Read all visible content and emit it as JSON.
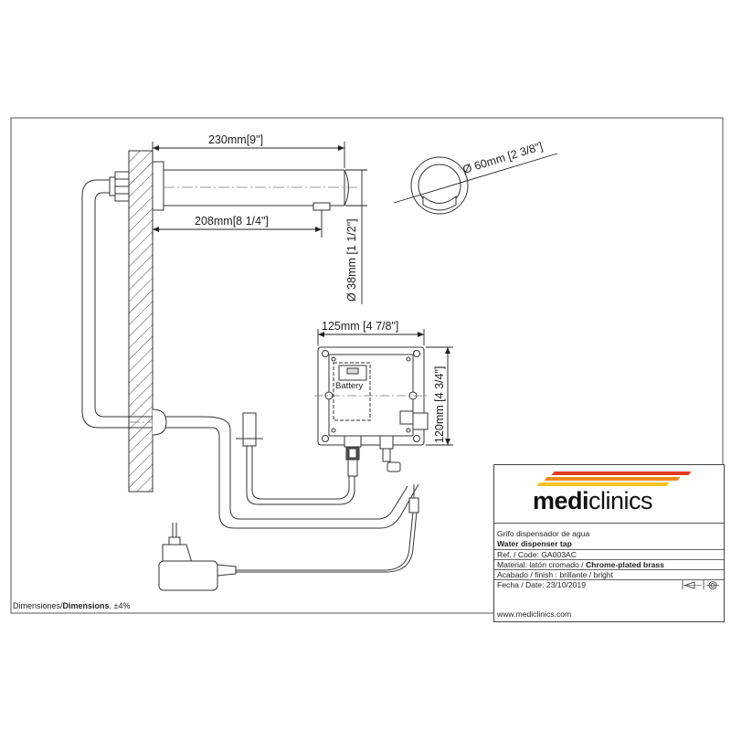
{
  "dimensions": {
    "spout_length": "230mm",
    "spout_length_in": "9\"",
    "spout_reach": "208mm",
    "spout_reach_in": "8 1/4\"",
    "spout_diameter": "Ø 38mm",
    "spout_diameter_in": "1 1/2\"",
    "flange_diameter": "Ø 60mm",
    "flange_diameter_in": "2 3/8\"",
    "box_width": "125mm",
    "box_width_in": "4 7/8\"",
    "box_height": "120mm",
    "box_height_in": "4 3/4\""
  },
  "labels": {
    "battery": "Battery"
  },
  "brand": {
    "logo_part1": "medi",
    "logo_part2": "clinics",
    "stripe_colors": [
      "#e23b1f",
      "#f08a1c",
      "#f6c21b"
    ]
  },
  "title_block": {
    "name_es": "Grifo dispensador de agua",
    "name_en": "Water dispenser tap",
    "code_label": "Ref. / Code:",
    "code_value": "GA003AC",
    "material_label": "Material: latón cromado /",
    "material_value": "Chrome-plated brass",
    "finish": "Acabado / finish : brillante / bright",
    "date_label": "Fecha / Date:",
    "date_value": "23/10/2019",
    "website": "www.mediclinics.com"
  },
  "footer": {
    "dim_label_es": "Dimensiones/",
    "dim_label_en": "Dimensions",
    "tolerance": ". ±4%"
  }
}
